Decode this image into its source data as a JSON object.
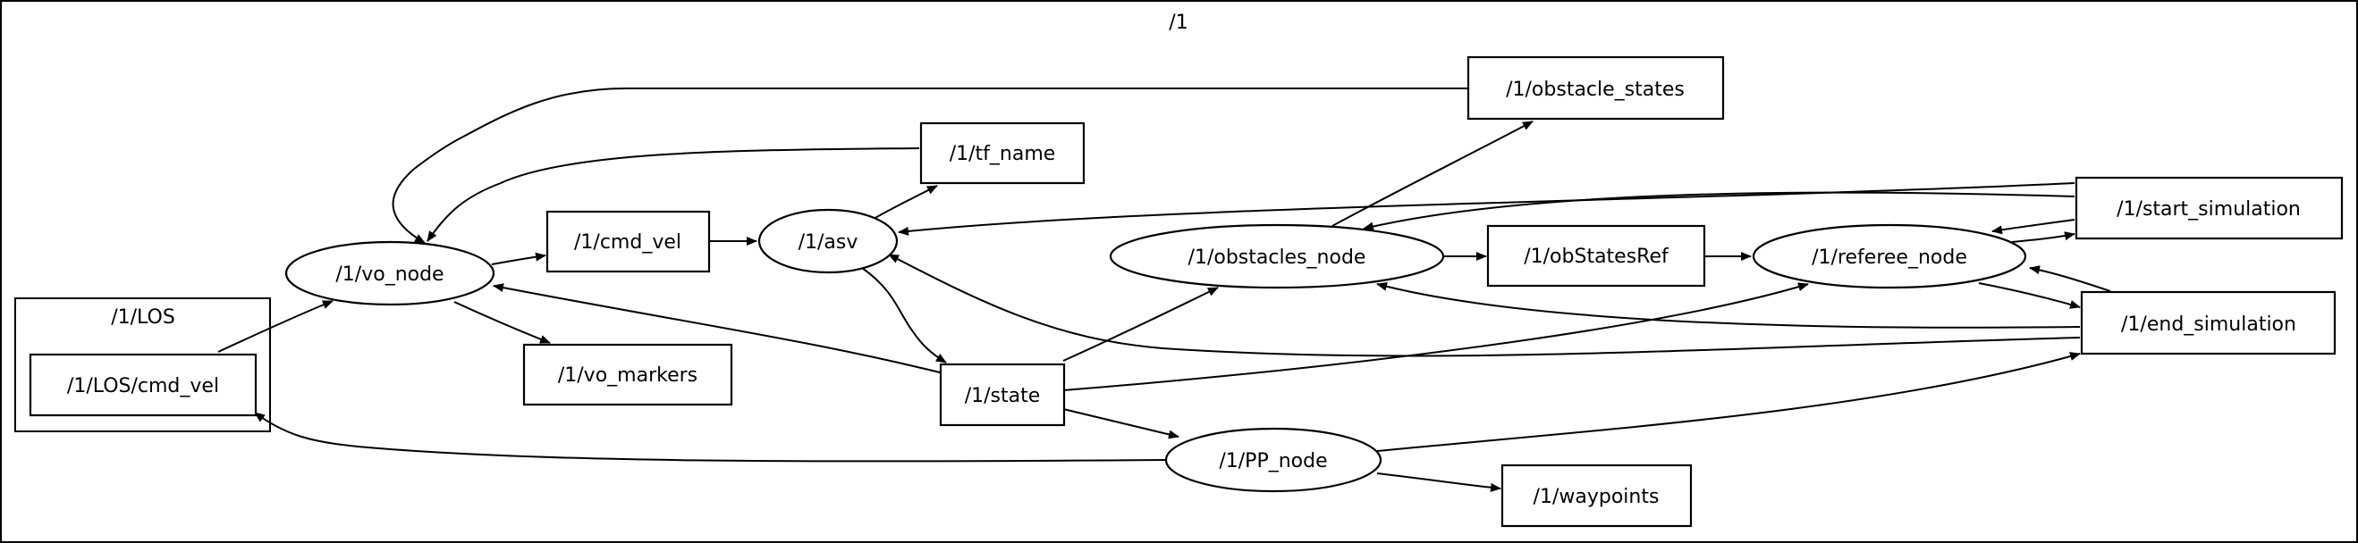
{
  "graph": {
    "title": "/1",
    "clusters": [
      {
        "id": "los_cluster",
        "label": "/1/LOS"
      }
    ],
    "nodes": [
      {
        "id": "los_cmd_vel",
        "label": "/1/LOS/cmd_vel",
        "shape": "box",
        "kind": "topic"
      },
      {
        "id": "vo_node",
        "label": "/1/vo_node",
        "shape": "ellipse",
        "kind": "node"
      },
      {
        "id": "cmd_vel",
        "label": "/1/cmd_vel",
        "shape": "box",
        "kind": "topic"
      },
      {
        "id": "vo_markers",
        "label": "/1/vo_markers",
        "shape": "box",
        "kind": "topic"
      },
      {
        "id": "asv",
        "label": "/1/asv",
        "shape": "ellipse",
        "kind": "node"
      },
      {
        "id": "tf_name",
        "label": "/1/tf_name",
        "shape": "box",
        "kind": "topic"
      },
      {
        "id": "state",
        "label": "/1/state",
        "shape": "box",
        "kind": "topic"
      },
      {
        "id": "pp_node",
        "label": "/1/PP_node",
        "shape": "ellipse",
        "kind": "node"
      },
      {
        "id": "waypoints",
        "label": "/1/waypoints",
        "shape": "box",
        "kind": "topic"
      },
      {
        "id": "obstacle_states",
        "label": "/1/obstacle_states",
        "shape": "box",
        "kind": "topic"
      },
      {
        "id": "obstacles_node",
        "label": "/1/obstacles_node",
        "shape": "ellipse",
        "kind": "node"
      },
      {
        "id": "obstatesref",
        "label": "/1/obStatesRef",
        "shape": "box",
        "kind": "topic"
      },
      {
        "id": "referee_node",
        "label": "/1/referee_node",
        "shape": "ellipse",
        "kind": "node"
      },
      {
        "id": "start_simulation",
        "label": "/1/start_simulation",
        "shape": "box",
        "kind": "topic"
      },
      {
        "id": "end_simulation",
        "label": "/1/end_simulation",
        "shape": "box",
        "kind": "topic"
      }
    ],
    "edges": [
      {
        "from": "los_cmd_vel",
        "to": "vo_node"
      },
      {
        "from": "vo_node",
        "to": "cmd_vel"
      },
      {
        "from": "vo_node",
        "to": "vo_markers"
      },
      {
        "from": "cmd_vel",
        "to": "asv"
      },
      {
        "from": "asv",
        "to": "tf_name"
      },
      {
        "from": "asv",
        "to": "state"
      },
      {
        "from": "tf_name",
        "to": "vo_node"
      },
      {
        "from": "obstacle_states",
        "to": "vo_node"
      },
      {
        "from": "state",
        "to": "vo_node"
      },
      {
        "from": "state",
        "to": "obstacles_node"
      },
      {
        "from": "state",
        "to": "pp_node"
      },
      {
        "from": "state",
        "to": "referee_node"
      },
      {
        "from": "pp_node",
        "to": "los_cmd_vel"
      },
      {
        "from": "pp_node",
        "to": "waypoints"
      },
      {
        "from": "pp_node",
        "to": "end_simulation"
      },
      {
        "from": "obstacles_node",
        "to": "obstacle_states"
      },
      {
        "from": "obstacles_node",
        "to": "obstatesref"
      },
      {
        "from": "obstatesref",
        "to": "referee_node"
      },
      {
        "from": "referee_node",
        "to": "start_simulation"
      },
      {
        "from": "referee_node",
        "to": "end_simulation"
      },
      {
        "from": "start_simulation",
        "to": "asv"
      },
      {
        "from": "start_simulation",
        "to": "obstacles_node"
      },
      {
        "from": "start_simulation",
        "to": "referee_node"
      },
      {
        "from": "end_simulation",
        "to": "asv"
      },
      {
        "from": "end_simulation",
        "to": "obstacles_node"
      },
      {
        "from": "end_simulation",
        "to": "referee_node"
      }
    ]
  }
}
